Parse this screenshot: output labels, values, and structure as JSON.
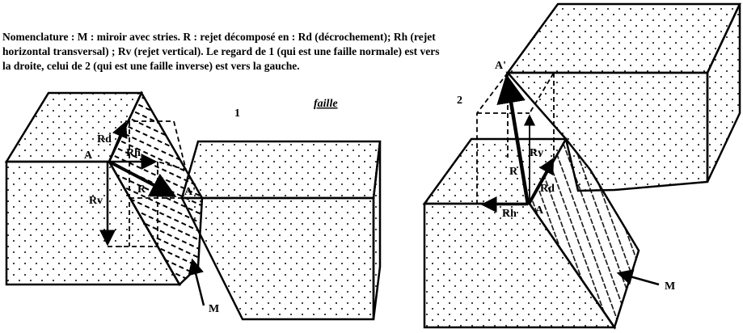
{
  "caption": {
    "line1": "Nomenclature : M : miroir avec stries. R : rejet décomposé en : Rd (décrochement); Rh (rejet",
    "line2": "horizontal transversal) ; Rv (rejet vertical). Le regard de 1 (qui est une faille normale) est vers",
    "line3": "la droite, celui de 2 (qui est une faille inverse) est vers la gauche."
  },
  "figure1": {
    "number": "1",
    "title": "faille",
    "labels": {
      "a": "A",
      "a_prime": "A'",
      "rd": "Rd",
      "rh": "Rh",
      "rv": "Rv",
      "r": "R",
      "m": "M"
    }
  },
  "figure2": {
    "number": "2",
    "labels": {
      "a": "A",
      "a_prime": "A'",
      "rd": "Rd",
      "rh": "Rh",
      "rv": "Rv",
      "r": "R",
      "m": "M"
    }
  }
}
